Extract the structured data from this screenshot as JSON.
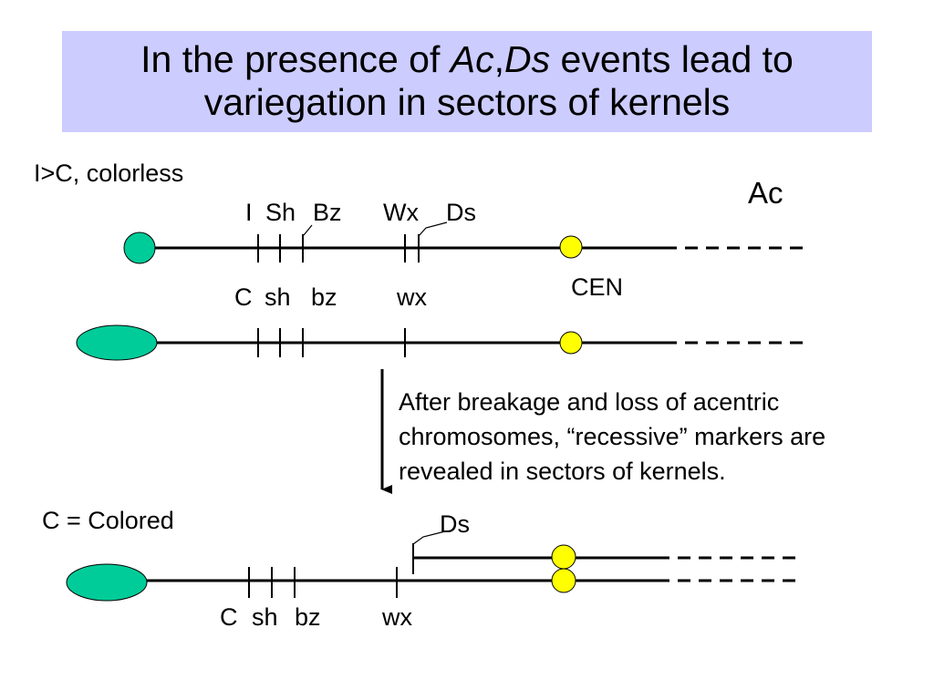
{
  "title": {
    "part1": "In the presence of ",
    "ac": "Ac",
    "comma": ",",
    "ds": "Ds",
    "part2": " events lead to",
    "line2": "variegation in sectors of kernels"
  },
  "genotype_label": "I>C, colorless",
  "ac_label": "Ac",
  "cen_label": "CEN",
  "chromosome_top": {
    "genes": [
      "I",
      "Sh",
      "Bz",
      "Wx",
      "Ds"
    ]
  },
  "chromosome_middle": {
    "genes": [
      "C",
      "sh",
      "bz",
      "wx"
    ]
  },
  "note": "After breakage and loss of acentric chromosomes, “recessive” markers are revealed in sectors of kernels.",
  "result_label": "C = Colored",
  "ds_label_bottom": "Ds",
  "chromosome_bottom": {
    "genes": [
      "C",
      "sh",
      "bz",
      "wx"
    ]
  },
  "colors": {
    "title_bg": "#ccccff",
    "oval": "#00cc99",
    "centromere": "#ffff00"
  }
}
